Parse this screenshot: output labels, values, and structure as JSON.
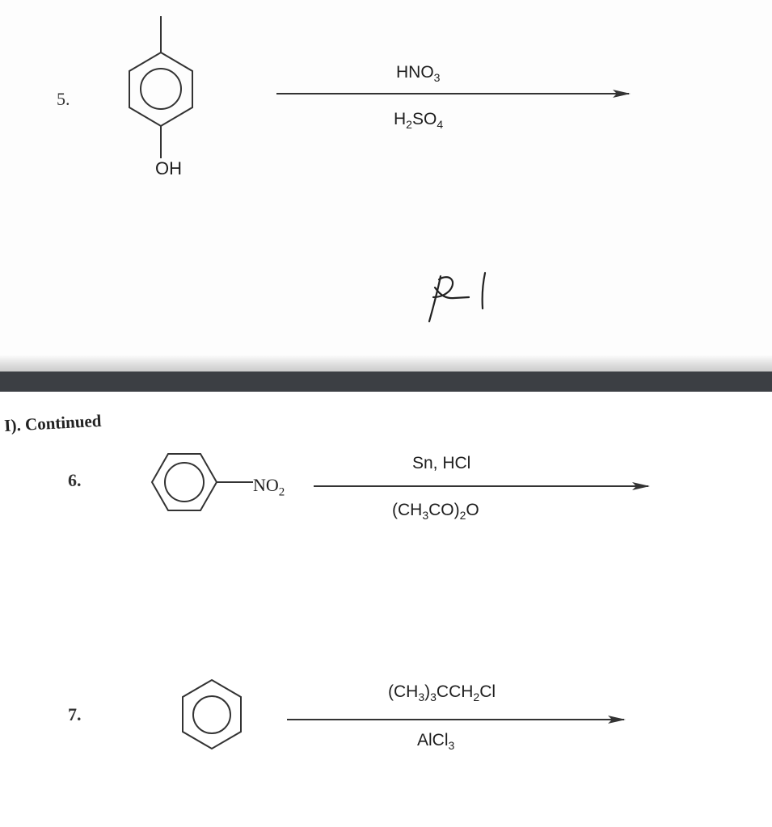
{
  "problem5": {
    "number": "5.",
    "oh_label": "OH",
    "reagent_top": {
      "base": "HNO",
      "sub": "3"
    },
    "reagent_bottom": [
      {
        "t": "H",
        "s": "2"
      },
      {
        "t": "SO",
        "s": "4"
      }
    ],
    "handwritten_answer": "p-1"
  },
  "section_title": "I). Continued",
  "problem6": {
    "number": "6.",
    "substituent": {
      "base": "NO",
      "sub": "2"
    },
    "reagent_top": "Sn, HCl",
    "reagent_bottom": [
      {
        "t": "(CH",
        "s": "3"
      },
      {
        "t": "CO)",
        "s": "2"
      },
      {
        "t": "O",
        "s": ""
      }
    ]
  },
  "problem7": {
    "number": "7.",
    "reagent_top": [
      {
        "t": "(CH",
        "s": "3"
      },
      {
        "t": ")",
        "s": "3"
      },
      {
        "t": "CCH",
        "s": "2"
      },
      {
        "t": "Cl",
        "s": ""
      }
    ],
    "reagent_bottom": [
      {
        "t": "AlCl",
        "s": "3"
      }
    ]
  },
  "colors": {
    "ink": "#222222",
    "separator": "#3c3f44"
  }
}
